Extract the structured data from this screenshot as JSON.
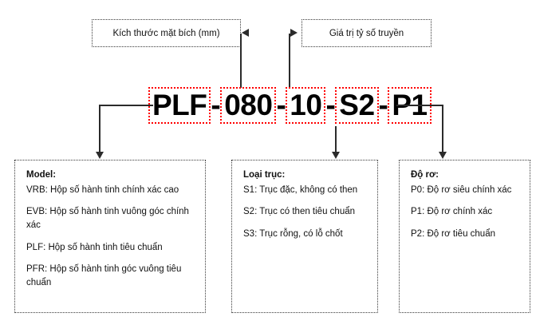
{
  "diagram": {
    "model_code": {
      "segments": [
        {
          "text": "PLF",
          "name": "code-segment-plf"
        },
        {
          "text": "080",
          "name": "code-segment-080"
        },
        {
          "text": "10",
          "name": "code-segment-10"
        },
        {
          "text": "S2",
          "name": "code-segment-s2"
        },
        {
          "text": "P1",
          "name": "code-segment-p1"
        }
      ],
      "separator": "-",
      "full": "PLF-080-10-S2-P1",
      "highlight_color": "#ff0000"
    },
    "callouts": {
      "flange": {
        "label": "Kích thước mặt bích (mm)"
      },
      "ratio": {
        "label": "Giá trị tỷ số truyền"
      },
      "model": {
        "heading": "Model:",
        "entries": [
          "VRB: Hộp số hành tinh chính xác cao",
          "EVB: Hộp số hành tinh vuông góc chính xác",
          "PLF: Hộp số hành tinh tiêu chuẩn",
          "PFR: Hộp số hành tinh góc vuông tiêu chuẩn"
        ]
      },
      "shaft": {
        "heading": "Loại trục:",
        "entries": [
          "S1: Trục đặc, không có then",
          "S2: Trục có then tiêu chuẩn",
          "S3: Trục rỗng, có lỗ chốt"
        ]
      },
      "backlash": {
        "heading": "Độ rơ:",
        "entries": [
          "P0: Độ rơ siêu chính xác",
          "P1: Độ rơ chính xác",
          "P2: Độ rơ tiêu chuẩn"
        ]
      }
    }
  }
}
